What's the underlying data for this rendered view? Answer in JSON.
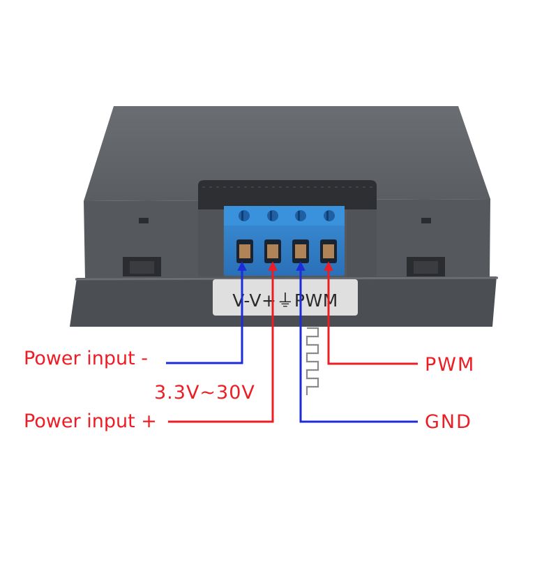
{
  "colors": {
    "red": "#ee1c24",
    "blue": "#1d2bd8",
    "housing": "#55585d",
    "terminal_block": "#2f7fc8",
    "label_plate": "#dfdfdf"
  },
  "device": {
    "silkscreen": "V-V+⏚PWM",
    "terminals": [
      "V-",
      "V+",
      "GND",
      "PWM"
    ],
    "pwm_waveform_icon": "square-wave-icon"
  },
  "labels": {
    "power_input_minus": "Power input -",
    "power_input_plus": "Power input +",
    "voltage_range": "3.3V~30V",
    "pwm": "PWM",
    "gnd": "GND"
  }
}
